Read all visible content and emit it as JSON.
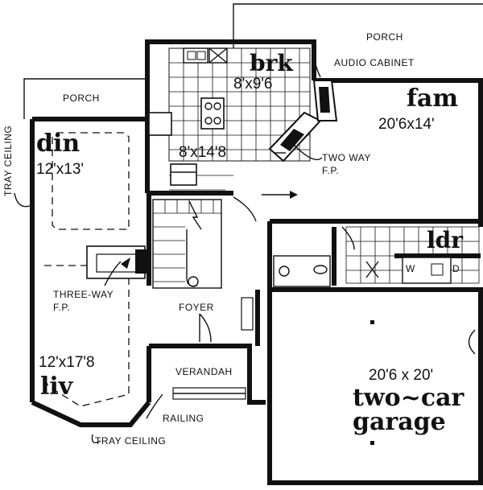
{
  "labels": {
    "porch_top": "PORCH",
    "porch_left": "PORCH",
    "audio_cabinet": "AUDIO CABINET",
    "brk_name": "brk",
    "brk_dim": "8'x9'6",
    "kitchen_dim": "8'x14'8",
    "fam_name": "fam",
    "fam_dim": "20'6x14'",
    "din_name": "din",
    "din_dim": "12'x13'",
    "tray_ceiling_left": "TRAY CEILING",
    "two_way": "TWO WAY",
    "two_way_fp": "F.P.",
    "ldr_name": "ldr",
    "w": "W",
    "d": "D",
    "three_way": "THREE-WAY",
    "three_way_fp": "F.P.",
    "foyer": "FOYER",
    "liv_dim": "12'x17'8",
    "liv_name": "liv",
    "verandah": "VERANDAH",
    "garage_dim": "20'6 x 20'",
    "garage_line1": "two~car",
    "garage_line2": "garage",
    "railing": "RAILING",
    "tray_ceiling_bottom": "TRAY CEILING"
  }
}
